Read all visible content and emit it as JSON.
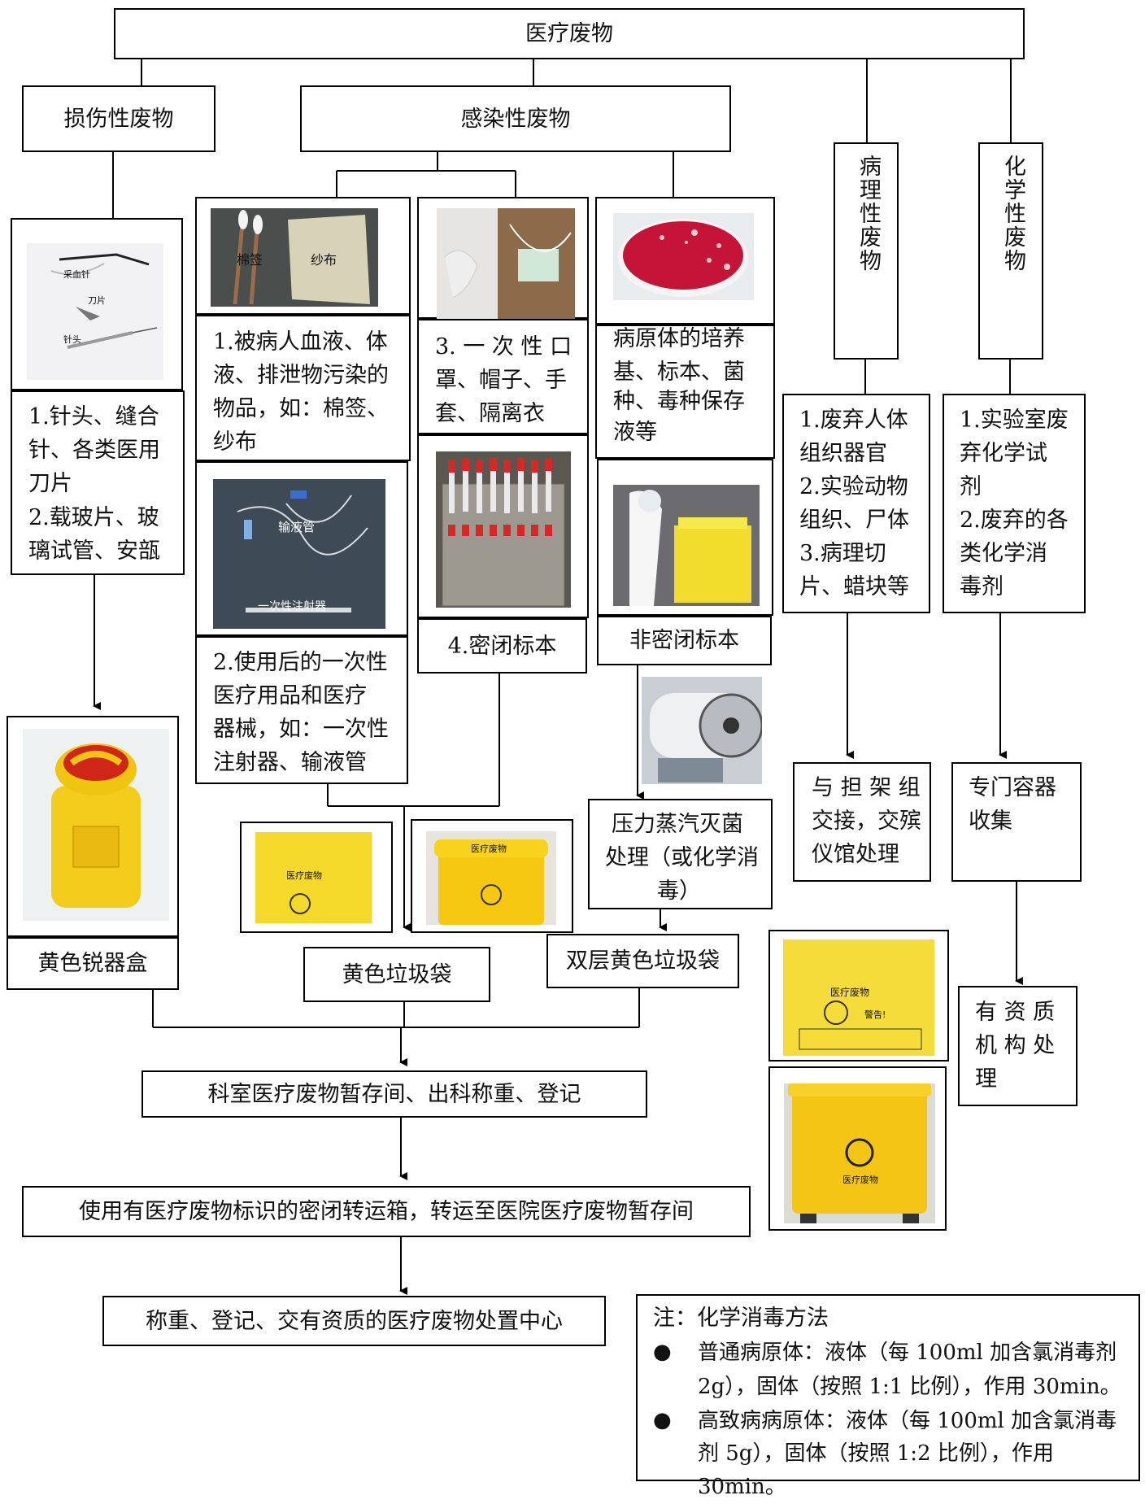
{
  "root": "医疗废物",
  "categories": {
    "sharps": "损伤性废物",
    "infectious": "感染性废物",
    "pathological": "病理性废物",
    "chemical": "化学性废物"
  },
  "sharps": {
    "photo_labels": [
      "采血针",
      "刀片",
      "针头"
    ],
    "desc_lines": [
      "1.针头、缝合",
      "针、各类医用",
      "刀片",
      "2.载玻片、玻",
      "璃试管、安瓿"
    ],
    "container": "黄色锐器盒"
  },
  "infectious": {
    "item1": {
      "photo_labels": [
        "棉签",
        "纱布"
      ],
      "desc_lines": [
        "1.被病人血液、体",
        "液、排泄物污染的",
        "物品，如：棉签、",
        "纱布"
      ]
    },
    "item2": {
      "photo_labels": [
        "输液管",
        "一次性注射器"
      ],
      "desc_lines": [
        "2.使用后的一次性",
        "医疗用品和医疗",
        "器械，如：一次性",
        "注射器、输液管"
      ]
    },
    "item3": {
      "desc_lines": [
        "3. 一 次 性 口",
        "罩、帽子、手",
        "套、隔离衣"
      ]
    },
    "item4": {
      "label": "4.密闭标本"
    },
    "culture": {
      "desc_lines": [
        "病原体的培养",
        "基、标本、菌",
        "种、毒种保存",
        "液等"
      ]
    },
    "nonsealed": "非密闭标本",
    "sterilize_lines": [
      "压力蒸汽灭菌",
      "处理（或化学消",
      "毒）"
    ],
    "yellow_bag": "黄色垃圾袋",
    "double_bag": "双层黄色垃圾袋",
    "bag_photo_text": [
      "医疗废物",
      "警告!"
    ]
  },
  "pathological": {
    "desc_lines": [
      "1.废弃人体",
      "组织器官",
      "2.实验动物",
      "组织、尸体",
      "3.病理切",
      "片、蜡块等"
    ],
    "handling_lines": [
      "与 担 架 组",
      "交接，交殡",
      "仪馆处理"
    ]
  },
  "chemical": {
    "desc_lines": [
      "1.实验室废",
      "弃化学试",
      "剂",
      "2.废弃的各",
      "类化学消",
      "毒剂"
    ],
    "collect_lines": [
      "专门容器",
      "收集"
    ],
    "qualified_lines": [
      "有 资 质",
      "机 构 处",
      "理"
    ]
  },
  "flow": {
    "step1": "科室医疗废物暂存间、出科称重、登记",
    "step2": "使用有医疗废物标识的密闭转运箱，转运至医院医疗废物暂存间",
    "step3": "称重、登记、交有资质的医疗废物处置中心"
  },
  "note": {
    "title": "注：化学消毒方法",
    "bullet1_lines": [
      "普通病原体：液体（每 100ml 加含氯消毒剂",
      "2g），固体（按照 1:1 比例），作用 30min。"
    ],
    "bullet2_lines": [
      "高致病病原体：液体（每 100ml 加含氯消毒",
      "剂 5g），固体（按照 1:2 比例），作用 30min。"
    ]
  }
}
